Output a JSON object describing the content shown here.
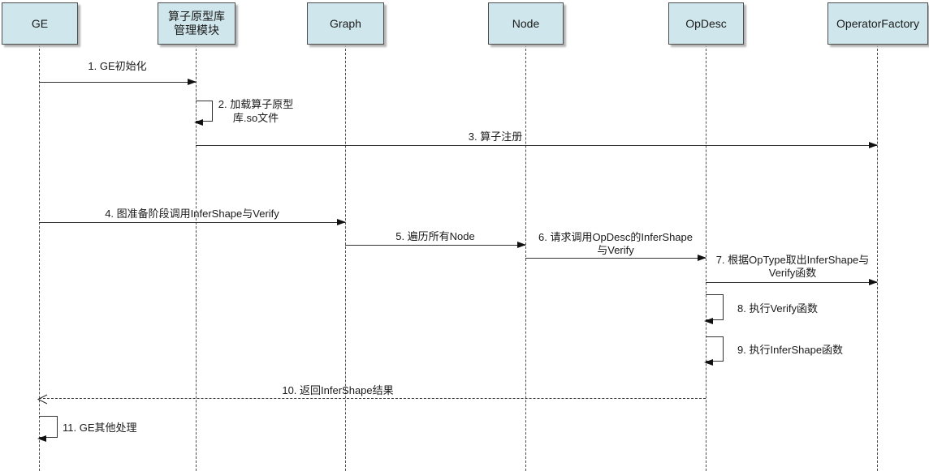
{
  "diagram": {
    "type": "uml-sequence-diagram",
    "colors": {
      "participant_fill": "#cfe7ec",
      "participant_border": "#4d4d4d",
      "participant_shadow": "#b3b3b3",
      "line": "#333333",
      "text": "#1a1a1a",
      "background": "#ffffff"
    },
    "participants": [
      {
        "id": "ge",
        "label": "GE"
      },
      {
        "id": "op-proto-lib-mgmt",
        "label": "算子原型库管理模块"
      },
      {
        "id": "graph",
        "label": "Graph"
      },
      {
        "id": "node",
        "label": "Node"
      },
      {
        "id": "opdesc",
        "label": "OpDesc"
      },
      {
        "id": "operator-factory",
        "label": "OperatorFactory"
      }
    ],
    "messages": [
      {
        "seq": 1,
        "label": "1. GE初始化",
        "from": "GE",
        "to": "算子原型库管理模块",
        "kind": "sync"
      },
      {
        "seq": 2,
        "label": "2. 加载算子原型库.so文件",
        "from": "算子原型库管理模块",
        "to": "算子原型库管理模块",
        "kind": "self"
      },
      {
        "seq": 3,
        "label": "3. 算子注册",
        "from": "算子原型库管理模块",
        "to": "OperatorFactory",
        "kind": "sync"
      },
      {
        "seq": 4,
        "label": "4. 图准备阶段调用InferShape与Verify",
        "from": "GE",
        "to": "Graph",
        "kind": "sync"
      },
      {
        "seq": 5,
        "label": "5. 遍历所有Node",
        "from": "Graph",
        "to": "Node",
        "kind": "sync"
      },
      {
        "seq": 6,
        "label": "6. 请求调用OpDesc的InferShape与Verify",
        "from": "Node",
        "to": "OpDesc",
        "kind": "sync"
      },
      {
        "seq": 7,
        "label": "7. 根据OpType取出InferShape与Verify函数",
        "from": "OpDesc",
        "to": "OperatorFactory",
        "kind": "sync"
      },
      {
        "seq": 8,
        "label": "8. 执行Verify函数",
        "from": "OpDesc",
        "to": "OpDesc",
        "kind": "self"
      },
      {
        "seq": 9,
        "label": "9. 执行InferShape函数",
        "from": "OpDesc",
        "to": "OpDesc",
        "kind": "self"
      },
      {
        "seq": 10,
        "label": "10. 返回InferShape结果",
        "from": "OpDesc",
        "to": "GE",
        "kind": "return"
      },
      {
        "seq": 11,
        "label": "11. GE其他处理",
        "from": "GE",
        "to": "GE",
        "kind": "self"
      }
    ]
  }
}
